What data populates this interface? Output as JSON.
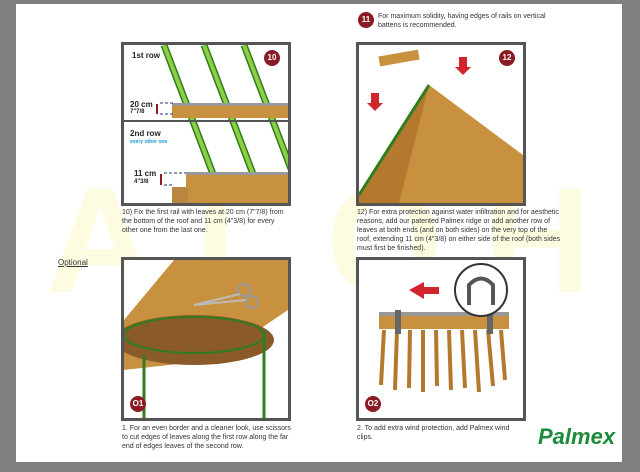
{
  "watermark": "ALOHA",
  "step10": {
    "badge": "10",
    "row1": "1st row",
    "row1_measure_cm": "20 cm",
    "row1_measure_in": "7\"7/8",
    "row2": "2nd row",
    "row2_note": "every other one",
    "row2_measure_cm": "11 cm",
    "row2_measure_in": "4\"3/8",
    "caption": "10) Fix the first rail with leaves at 20 cm (7\"7/8) from the bottom of the roof and 11 cm (4\"3/8) for every other one from the last one."
  },
  "step11": {
    "badge": "11",
    "text": "For maximum solidity, having edges of rails on vertical battens is recommended."
  },
  "step12": {
    "badge": "12",
    "caption": "12) For extra protection against water infiltration and for aesthetic reasons, add our patented Palmex ridge or add another row of leaves at both ends (and on both sides) on the very top of the roof, extending 11 cm (4\"3/8) on either side of the roof (both sides must first be finished)."
  },
  "optional_label": "Optional",
  "o1": {
    "badge": "O1",
    "caption": "1. For an even border and a cleaner look, use scissors to cut edges of leaves along the first row along the far end of edges leaves of the second row."
  },
  "o2": {
    "badge": "O2",
    "caption": "2. To add extra wind protection, add Palmex wind clips."
  },
  "logo": "Palmex",
  "colors": {
    "badge": "#8b1c24",
    "batten": "#6fb33a",
    "thatch": "#c8913f"
  }
}
